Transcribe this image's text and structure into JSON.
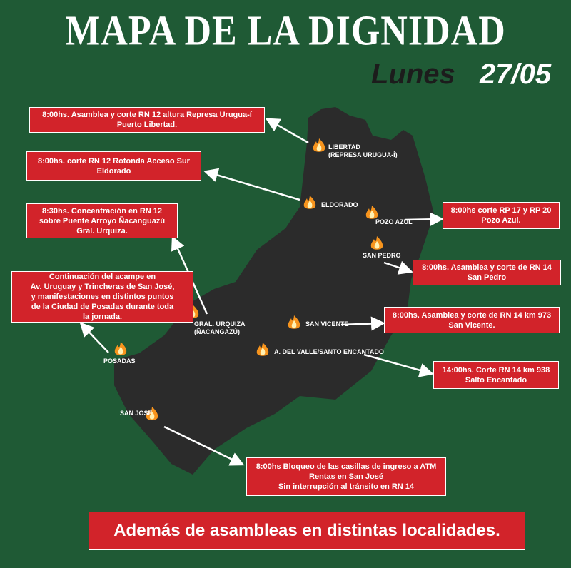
{
  "title": "MAPA DE LA DIGNIDAD",
  "day": "Lunes",
  "date": "27/05",
  "places": {
    "libertad": "LIBERTAD\n(REPRESA URUGUA-Í)",
    "eldorado": "ELDORADO",
    "pozo_azul": "POZO AZUL",
    "san_pedro": "SAN PEDRO",
    "gral_urquiza": "GRAL. URQUIZA\n(ÑACANGAZÚ)",
    "san_vicente": "SAN VICENTE",
    "del_valle": "A. DEL VALLE/SANTO ENCANTADO",
    "posadas": "POSADAS",
    "san_jose": "SAN JOSÉ"
  },
  "events": {
    "libertad": "8:00hs. Asamblea y corte RN 12 altura Represa Urugua-í\nPuerto Libertad.",
    "eldorado": "8:00hs. corte RN 12 Rotonda Acceso Sur\nEldorado",
    "urquiza": "8:30hs. Concentración en RN 12\nsobre Puente Arroyo Ñacanguazú\nGral. Urquiza.",
    "posadas": "Continuación del acampe en\nAv. Uruguay y Trincheras de San José,\ny manifestaciones en distintos puntos\nde la Ciudad de Posadas durante toda\nla jornada.",
    "pozo_azul": "8:00hs corte RP 17 y RP 20\nPozo Azul.",
    "san_pedro": "8:00hs. Asamblea y corte de RN 14\nSan Pedro",
    "san_vicente": "8:00hs. Asamblea y corte de RN 14 km 973\nSan Vicente.",
    "salto": "14:00hs.  Corte RN 14 km 938\nSalto Encantado",
    "san_jose": "8:00hs Bloqueo de las casillas de ingreso a ATM\nRentas en San José\nSin interrupción al tránsito en RN 14"
  },
  "footer": "Además de asambleas en distintas localidades.",
  "colors": {
    "background": "#1f5a35",
    "box": "#d2232a",
    "map": "#2b2b2b",
    "fire": "#f7941d"
  }
}
